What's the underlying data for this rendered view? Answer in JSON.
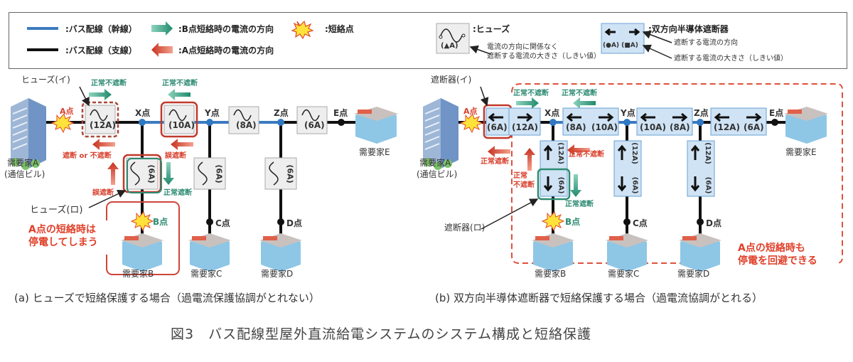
{
  "legend": {
    "trunk_line": ":バス配線（幹線）",
    "branch_line": ":バス配線（支線）",
    "b_fault_arrow": ":B点短絡時の電流の方向",
    "a_fault_arrow": ":A点短絡時の電流の方向",
    "fault_point": ":短絡点",
    "fuse": ":ヒューズ",
    "fuse_value": "(▲A)",
    "fuse_note_1": "電流の方向に関係なく",
    "fuse_note_2": "遮断する電流の大きさ（しきい値）",
    "breaker": ":双方向半導体遮断器",
    "breaker_values": "(●A) (■A)",
    "breaker_note_1": "遮断する電流の方向",
    "breaker_note_2": "遮断する電流の大きさ（しきい値）",
    "colors": {
      "trunk": "#3b7bbf",
      "branch": "#111111",
      "green_arrow": "#2e9b7f",
      "red_arrow": "#d8412f",
      "breaker_fill": "#cfe3f5",
      "fuse_fill": "#eeeeee"
    }
  },
  "diagram_a": {
    "fuse_i_label": "ヒューズ(イ)",
    "fuse_ro_label": "ヒューズ(ロ)",
    "point_a": "A点",
    "point_b": "B点",
    "point_c": "C点",
    "point_d": "D点",
    "point_e": "E点",
    "point_x": "X点",
    "point_y": "Y点",
    "point_z": "Z点",
    "fuse_trunk": [
      "(12A)",
      "(10A)",
      "(8A)",
      "(6A)"
    ],
    "fuse_branch": [
      "(6A)",
      "(6A)",
      "(6A)"
    ],
    "status_normal_no_trip_1": "正常不遮断",
    "status_normal_no_trip_2": "正常不遮断",
    "status_trip_or_not": "遮断 or 不遮断",
    "status_false_trip_1": "誤遮断",
    "status_false_trip_2": "誤遮断",
    "status_normal_trip": "正常遮断",
    "consumer_a_1": "需要家A",
    "consumer_a_2": "(通信ビル)",
    "consumer_b": "需要家B",
    "consumer_c": "需要家C",
    "consumer_d": "需要家D",
    "consumer_e": "需要家E",
    "note_1": "A点の短絡時は",
    "note_2": "停電してしまう",
    "caption": "(a) ヒューズで短絡保護する場合（過電流保護協調がとれない）"
  },
  "diagram_b": {
    "breaker_i_label": "遮断器(イ)",
    "breaker_ro_label": "遮断器(ロ)",
    "point_a": "A点",
    "point_b": "B点",
    "point_c": "C点",
    "point_d": "D点",
    "point_e": "E点",
    "point_x": "X点",
    "point_y": "Y点",
    "point_z": "Z点",
    "breaker_i": "(6A)",
    "trunk_breakers": [
      {
        "left": "(12A)",
        "right": ""
      },
      {
        "left": "(8A)",
        "right": "(10A)"
      },
      {
        "left": "(10A)",
        "right": "(8A)"
      },
      {
        "left": "(12A)",
        "right": "(6A)"
      }
    ],
    "branch_breakers": [
      {
        "up": "(12A)",
        "down": "(6A)"
      },
      {
        "up": "(12A)",
        "down": "(6A)"
      },
      {
        "up": "(12A)",
        "down": "(6A)"
      }
    ],
    "status_normal_no_trip_1": "正常不遮断",
    "status_normal_no_trip_2": "正常不遮断",
    "status_normal_trip_a": "正常遮断",
    "status_normal_no_trip_3": "正常不遮断",
    "status_normal_no_trip_4a": "正常",
    "status_normal_no_trip_4b": "不遮断",
    "status_normal_trip_b": "正常遮断",
    "consumer_a_1": "需要家A",
    "consumer_a_2": "(通信ビル)",
    "consumer_b": "需要家B",
    "consumer_c": "需要家C",
    "consumer_d": "需要家D",
    "consumer_e": "需要家E",
    "note_1": "A点の短絡時も",
    "note_2": "停電を回避できる",
    "caption": "(b) 双方向半導体遮断器で短絡保護する場合（過電流協調がとれる）"
  },
  "figure_title": "図3　バス配線型屋外直流給電システムのシステム構成と短絡保護"
}
